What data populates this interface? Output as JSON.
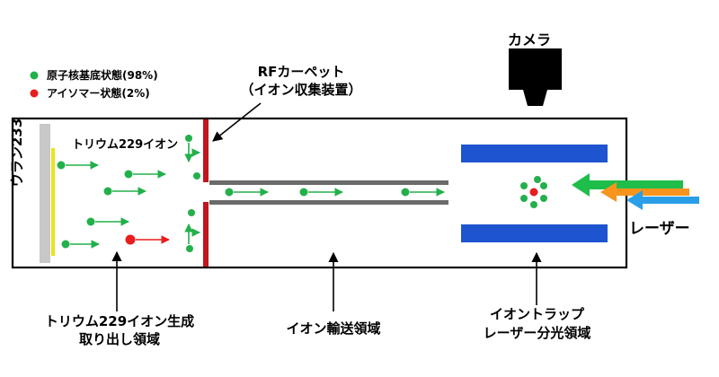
{
  "legend": {
    "items": [
      {
        "label": "原子核基底状態(98%)",
        "color": "#22b04a"
      },
      {
        "label": "アイソマー状態(2%)",
        "color": "#e81d1d"
      }
    ]
  },
  "labels": {
    "rf_carpet_line1": "RFカーペット",
    "rf_carpet_line2": "（イオン収集装置）",
    "camera": "カメラ",
    "laser": "レーザー",
    "uranium": "ウラン233",
    "thorium_ion": "トリウム229イオン"
  },
  "regions": {
    "extraction_line1": "トリウム229イオン生成",
    "extraction_line2": "取り出し領域",
    "transport": "イオン輸送領域",
    "trap_line1": "イオントラップ",
    "trap_line2": "レーザー分光領域"
  },
  "colors": {
    "ground_state": "#22b04a",
    "isomer_state": "#e81d1d",
    "rf_carpet": "#c0161c",
    "uranium_plate": "#c8c8c8",
    "uranium_edge": "#e7e51e",
    "transport_rail": "#6b6b6b",
    "trap_electrode": "#1f54d0",
    "laser_green": "#1fbd4a",
    "laser_orange": "#f7941d",
    "laser_blue": "#2a9fe8"
  }
}
